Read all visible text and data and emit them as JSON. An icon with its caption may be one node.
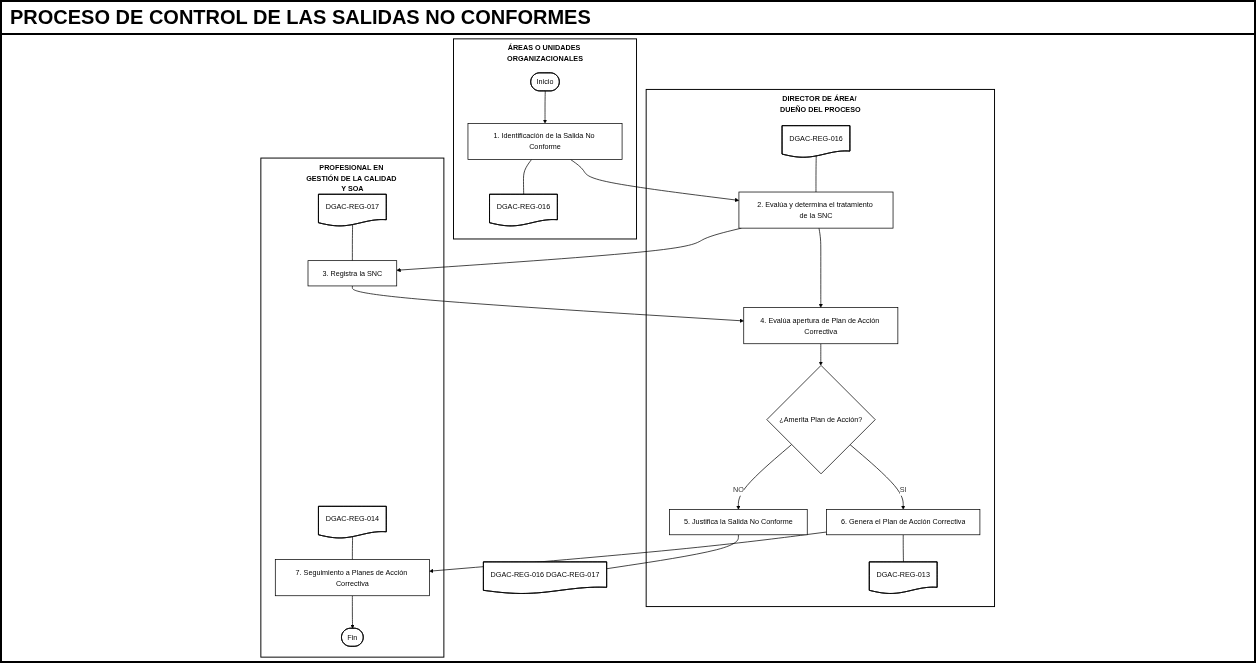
{
  "diagram": {
    "title": "PROCESO DE CONTROL DE LAS SALIDAS NO CONFORMES",
    "nodes": [
      {
        "text": [
          "ÁREAS O UNIDADES ORGANIZACIONALES"
        ]
      },
      {
        "text": [
          "DIRECTOR DE ÁREA/ DUEÑO DEL PROCESO"
        ]
      },
      {
        "text": [
          "PROFESIONAL EN GESTIÓN DE LA CALIDAD Y SOA"
        ]
      },
      {
        "text": [
          "Inicio"
        ],
        "in": 0
      },
      {
        "text": [
          "1. Identificación de la Salida No Conforme"
        ],
        "in": 0
      },
      {
        "text": [
          "DGAC-REG-016"
        ],
        "in": 0
      },
      {
        "text": [
          "DGAC-REG-016"
        ],
        "in": 1
      },
      {
        "text": [
          "2. Evalúa y determina el tratamiento de la SNC"
        ],
        "in": 1
      },
      {
        "text": [
          "DGAC-REG-017"
        ],
        "in": 2
      },
      {
        "text": [
          "3. Registra la SNC"
        ],
        "in": 2
      },
      {
        "text": [
          "4. Evalúa apertura de Plan de Acción Correctiva"
        ],
        "in": 1
      },
      {
        "text": [
          "¿Amerita Plan de Acción?"
        ],
        "in": 1
      },
      {
        "text": [
          "5. Justifica la Salida No Conforme"
        ],
        "in": 1
      },
      {
        "text": [
          "DGAC-REG-016 DGAC-REG-017"
        ]
      },
      {
        "text": [
          "6. Genera el Plan de Acción Correctiva"
        ],
        "in": 1
      },
      {
        "text": [
          "DGAC-REG-013"
        ],
        "in": 1
      },
      {
        "text": [
          "DGAC-REG-014"
        ],
        "in": 2
      },
      {
        "text": [
          "7. Seguimiento a Planes de Acción Correctiva"
        ],
        "in": 2
      },
      {
        "text": [
          "Fin"
        ],
        "in": 2
      }
    ],
    "edges": [
      {
        "from": 3,
        "to": 4,
        "arrow": "to"
      },
      {
        "from": 4,
        "to": 5,
        "arrow": "none"
      },
      {
        "from": 6,
        "to": 7,
        "arrow": "none"
      },
      {
        "from": 4,
        "to": 7,
        "arrow": "to"
      },
      {
        "from": 7,
        "to": 9,
        "arrow": "to"
      },
      {
        "from": 8,
        "to": 9,
        "arrow": "none"
      },
      {
        "from": 7,
        "to": 10,
        "arrow": "to"
      },
      {
        "from": 9,
        "to": 10,
        "arrow": "to"
      },
      {
        "from": 10,
        "to": 11,
        "arrow": "to"
      },
      {
        "from": 11,
        "to": 12,
        "label": "NO",
        "arrow": "to"
      },
      {
        "from": 11,
        "to": 14,
        "label": "SI",
        "arrow": "to"
      },
      {
        "from": 12,
        "to": 13,
        "arrow": "none"
      },
      {
        "from": 14,
        "to": 15,
        "arrow": "none"
      },
      {
        "from": 14,
        "to": 17,
        "arrow": "to"
      },
      {
        "from": 16,
        "to": 17,
        "arrow": "none"
      },
      {
        "from": 17,
        "to": 18,
        "arrow": "to"
      }
    ]
  }
}
